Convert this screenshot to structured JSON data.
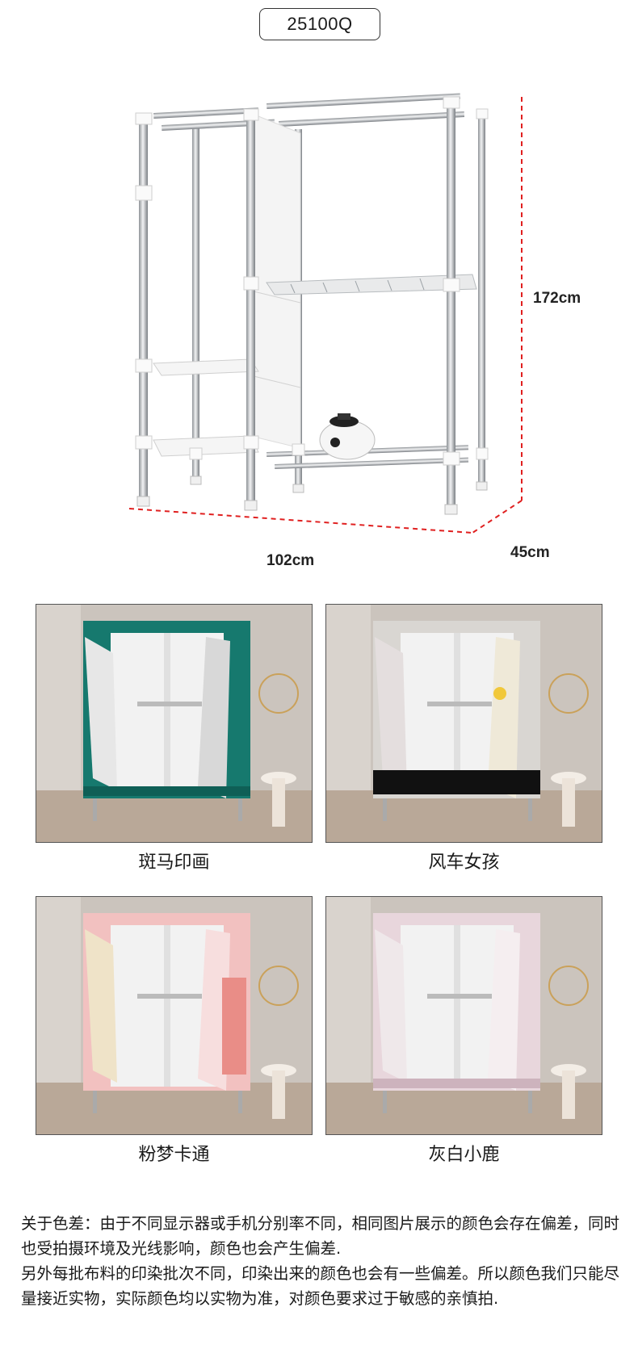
{
  "model": "25100Q",
  "dimensions": {
    "height": "172cm",
    "width": "102cm",
    "depth": "45cm"
  },
  "variants": [
    {
      "name": "斑马印画",
      "fabric": "#16796e",
      "accent": "#0f5f56"
    },
    {
      "name": "风车女孩",
      "fabric": "#d9d6d2",
      "accent": "#111111"
    },
    {
      "name": "粉梦卡通",
      "fabric": "#f2c1c0",
      "accent": "#e98d87"
    },
    {
      "name": "灰白小鹿",
      "fabric": "#e8d6dc",
      "accent": "#cdb3bd"
    }
  ],
  "notice": [
    "关于色差：由于不同显示器或手机分别率不同，相同图片展示的颜色会存在偏差，同时也受拍摄环境及光线影响，颜色也会产生偏差.",
    "另外每批布料的印染批次不同，印染出来的颜色也会有一些偏差。所以颜色我们只能尽量接近实物，实际颜色均以实物为准，对颜色要求过于敏感的亲慎拍."
  ]
}
